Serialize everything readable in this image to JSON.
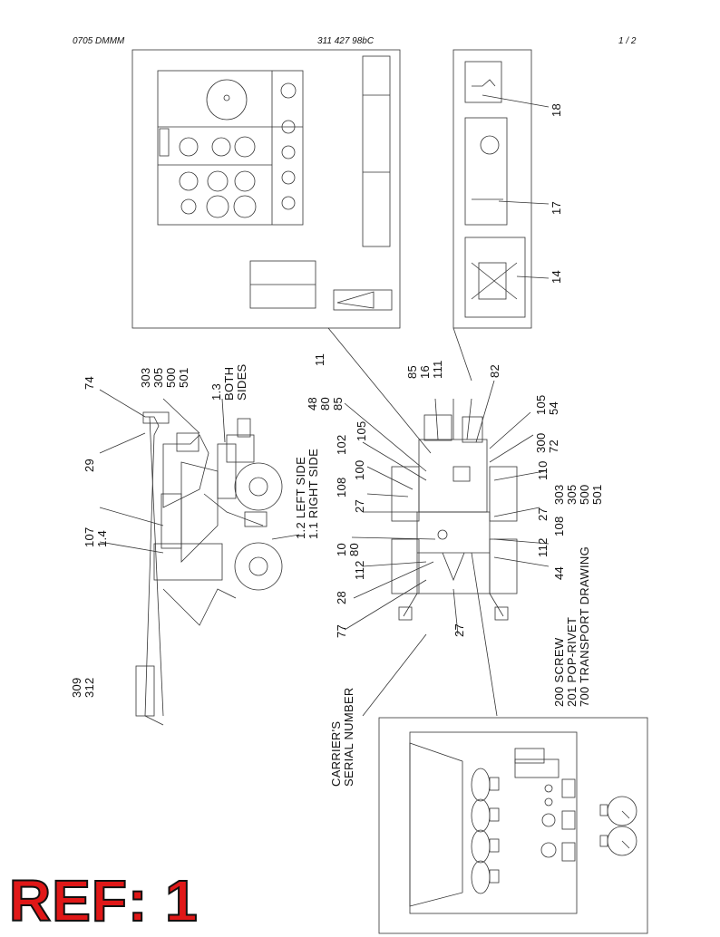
{
  "header": {
    "left": "0705 DMMM",
    "center": "311 427 98bC",
    "right": "1 / 2"
  },
  "callouts": {
    "c18": "18",
    "c17": "17",
    "c14": "14",
    "c11": "11",
    "c74": "74",
    "c29": "29",
    "g303_305_500_501": [
      "303",
      "305",
      "500",
      "501"
    ],
    "both_sides": [
      "1.3",
      "BOTH",
      "SIDES"
    ],
    "g48_80_85": [
      "48",
      "80",
      "85"
    ],
    "g85_16_111": [
      "85",
      "16",
      "111"
    ],
    "c82": "82",
    "c105a": "105",
    "c102": "102",
    "c100": "100",
    "c108a": "108",
    "c27a": "27",
    "g105_54": [
      "105",
      "54"
    ],
    "g300_72": [
      "300",
      "72"
    ],
    "c110": "110",
    "g303_305_500_501_b": [
      "303",
      "305",
      "500",
      "501"
    ],
    "c27b": "27",
    "side_labels": [
      "1.2 LEFT SIDE",
      "1.1 RIGHT SIDE"
    ],
    "g10_80": [
      "10",
      "80"
    ],
    "c112a": "112",
    "c28": "28",
    "c77": "77",
    "c27c": "27",
    "c108b": "108",
    "c112b": "112",
    "c44": "44",
    "g107_14": [
      "107",
      "1.4"
    ],
    "g309_312": [
      "309",
      "312"
    ],
    "legend": [
      "200 SCREW",
      "201 POP-RIVET",
      "700 TRANSPORT DRAWING"
    ],
    "serial": [
      "CARRIER'S",
      "SERIAL NUMBER"
    ]
  },
  "ref_label": "REF: 1"
}
